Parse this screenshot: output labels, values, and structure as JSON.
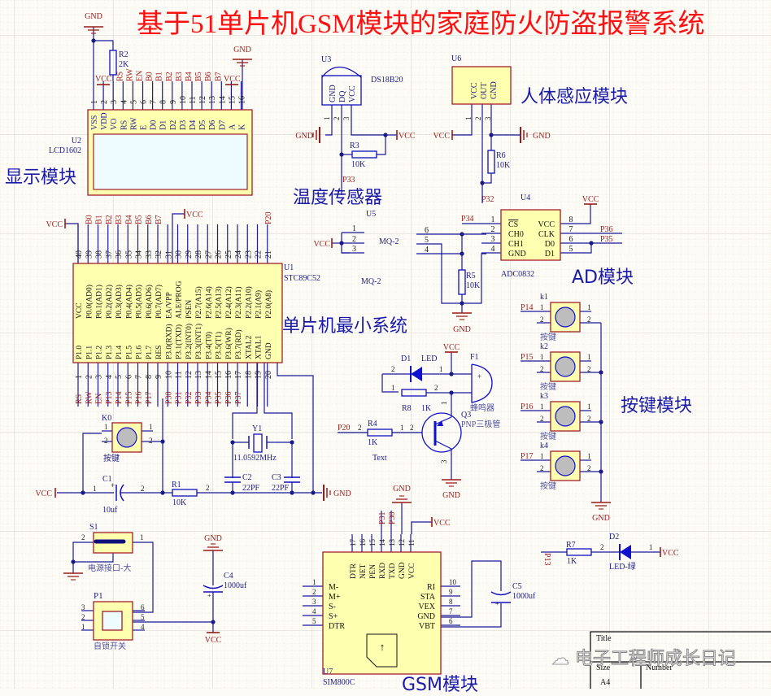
{
  "title": "基于51单片机GSM模块的家庭防火防盗报警系统",
  "modules": {
    "display": "显示模块",
    "temperature": "温度传感器",
    "human_sensor": "人体感应模块",
    "ad": "AD模块",
    "mcu": "单片机最小系统",
    "keys": "按键模块",
    "gsm": "GSM模块"
  },
  "nets": {
    "gnd": "GND",
    "vcc": "VCC"
  },
  "lcd": {
    "designator": "U2",
    "part": "LCD1602",
    "pin_names": [
      "VSS",
      "VDD",
      "VO",
      "RS",
      "RW",
      "E",
      "D0",
      "D1",
      "D2",
      "D3",
      "D4",
      "D5",
      "D6",
      "D7",
      "A",
      "K"
    ],
    "pin_numbers": [
      "1",
      "2",
      "3",
      "4",
      "5",
      "6",
      "7",
      "8",
      "9",
      "10",
      "11",
      "12",
      "13",
      "14",
      "15",
      "16"
    ],
    "net_labels": [
      "",
      "VCC",
      "",
      "RS",
      "RW",
      "EN",
      "B0",
      "B1",
      "B2",
      "B3",
      "B4",
      "B5",
      "B6",
      "B7",
      "VCC",
      ""
    ],
    "r2": {
      "designator": "R2",
      "value": "2K"
    }
  },
  "ds18b20": {
    "designator": "U3",
    "part": "DS18B20",
    "pins": [
      "GND",
      "DQ",
      "VCC"
    ],
    "pin_numbers": [
      "1",
      "2",
      "3"
    ],
    "r3": {
      "designator": "R3",
      "value": "10K"
    },
    "net": "P33"
  },
  "pir": {
    "designator": "U6",
    "pins": [
      "VCC",
      "OUT",
      "GND"
    ],
    "pin_numbers": [
      "1",
      "2",
      "3"
    ],
    "r6": {
      "designator": "R6",
      "value": "10K"
    },
    "net": "P32"
  },
  "mq2": {
    "designator": "U5",
    "part": "MQ-2",
    "part2": "MQ-2",
    "left_pins": [
      "1",
      "2",
      "3"
    ],
    "right_pins": [
      "6",
      "5",
      "4"
    ],
    "r5": {
      "designator": "R5",
      "value": "10K"
    }
  },
  "adc": {
    "designator": "U4",
    "part": "ADC0832",
    "left_pins": [
      {
        "num": "1",
        "name": "CS"
      },
      {
        "num": "2",
        "name": "CH0"
      },
      {
        "num": "3",
        "name": "CH1"
      },
      {
        "num": "4",
        "name": "GND"
      }
    ],
    "right_pins": [
      {
        "num": "8",
        "name": "VCC"
      },
      {
        "num": "7",
        "name": "CLK"
      },
      {
        "num": "6",
        "name": "D0"
      },
      {
        "num": "5",
        "name": "D1"
      }
    ],
    "nets": {
      "cs": "P34",
      "clk": "P36",
      "dout": "P35"
    }
  },
  "mcu": {
    "designator": "U1",
    "part": "STC89C52",
    "top_pin_numbers": [
      "40",
      "39",
      "38",
      "37",
      "36",
      "35",
      "34",
      "33",
      "32",
      "31",
      "30",
      "29",
      "28",
      "27",
      "26",
      "25",
      "24",
      "23",
      "22",
      "21"
    ],
    "top_pin_names": [
      "VCC",
      "P0.0(AD0)",
      "P0.1(AD1)",
      "P0.2(AD2)",
      "P0.3(AD3)",
      "P0.4(AD4)",
      "P0.5(AD5)",
      "P0.6(AD6)",
      "P0.7(AD7)",
      "EA/VPP",
      "ALE/PROG",
      "PSEN",
      "P2.7(A15)",
      "P2.6(A14)",
      "P2.5(A13)",
      "P2.4(A12)",
      "P2.3(A11)",
      "P2.2(A10)",
      "P2.1(A9)",
      "P2.0(A8)"
    ],
    "top_net_labels": [
      "",
      "B0",
      "B1",
      "B2",
      "B3",
      "B4",
      "B5",
      "B6",
      "B7",
      "",
      "",
      "",
      "",
      "",
      "",
      "",
      "",
      "",
      "",
      "P20"
    ],
    "bottom_pin_numbers": [
      "1",
      "2",
      "3",
      "4",
      "5",
      "6",
      "7",
      "8",
      "9",
      "10",
      "11",
      "12",
      "13",
      "14",
      "15",
      "16",
      "17",
      "18",
      "19",
      "20"
    ],
    "bottom_pin_names": [
      "P1.0",
      "P1.1",
      "P1.2",
      "P1.3",
      "P1.4",
      "P1.5",
      "P1.6",
      "P1.7",
      "RES",
      "P3.0(RXD)",
      "P3.1(TXD)",
      "P3.2(INT0)",
      "P3.3(INT1)",
      "P3.4(T0)",
      "P3.5(T1)",
      "P3.6(WR)",
      "P3.7(RD)",
      "XTAL2",
      "XTAL1",
      "GND"
    ],
    "bottom_net_labels": [
      "RS",
      "RW",
      "EN",
      "P13",
      "P14",
      "P15",
      "P16",
      "P17",
      "",
      "P30",
      "P31",
      "P32",
      "P33",
      "P34",
      "P35",
      "P36",
      "P37",
      "",
      "",
      ""
    ]
  },
  "reset": {
    "key": {
      "designator": "K0",
      "label": "按键"
    },
    "c1": {
      "designator": "C1",
      "value": "10uf"
    },
    "r1": {
      "designator": "R1",
      "value": "10K"
    }
  },
  "crystal": {
    "y1": {
      "designator": "Y1",
      "value": "11.0592MHz"
    },
    "c2": {
      "designator": "C2",
      "value": "22PF"
    },
    "c3": {
      "designator": "C3",
      "value": "22PF"
    }
  },
  "alarm": {
    "d1": {
      "designator": "D1",
      "value": "LED"
    },
    "f1": {
      "designator": "F1",
      "label": "蜂鸣器"
    },
    "r8": {
      "designator": "R8",
      "value": "1K"
    },
    "r4": {
      "designator": "R4",
      "value": "1K",
      "note": "Text"
    },
    "q3": {
      "designator": "Q3",
      "label": "PNP三极管"
    },
    "net": "P20"
  },
  "keys": [
    {
      "designator": "k1",
      "net": "P14",
      "label": "按键"
    },
    {
      "designator": "k2",
      "net": "P15",
      "label": "按键"
    },
    {
      "designator": "k3",
      "net": "P16",
      "label": "按键"
    },
    {
      "designator": "k4",
      "net": "P17",
      "label": "按键"
    }
  ],
  "power": {
    "s1": {
      "designator": "S1",
      "label": "电源接口-大"
    },
    "p1": {
      "designator": "P1",
      "label": "自锁开关",
      "left_pins": [
        "3",
        "2",
        "1"
      ],
      "right_pins": [
        "6",
        "5",
        "4"
      ]
    },
    "c4": {
      "designator": "C4",
      "value": "1000uf"
    }
  },
  "indicator": {
    "r7": {
      "designator": "R7",
      "value": "1K"
    },
    "d2": {
      "designator": "D2",
      "value": "LED-绿"
    },
    "net": "P13"
  },
  "gsm": {
    "designator": "U7",
    "part": "SIM800C",
    "top_pin_numbers": [
      "17",
      "16",
      "15",
      "14",
      "13",
      "12",
      "11"
    ],
    "top_pin_names": [
      "DTR",
      "NET",
      "PEN",
      "RXD",
      "TXD",
      "GND",
      "VCC"
    ],
    "top_nets": [
      "",
      "",
      "",
      "P31",
      "P30",
      "",
      ""
    ],
    "left_pins": [
      {
        "num": "1",
        "name": "M-"
      },
      {
        "num": "2",
        "name": "M+"
      },
      {
        "num": "3",
        "name": "S-"
      },
      {
        "num": "4",
        "name": "S+"
      },
      {
        "num": "5",
        "name": "DTR"
      }
    ],
    "right_pins": [
      {
        "num": "10",
        "name": "RI"
      },
      {
        "num": "9",
        "name": "STA"
      },
      {
        "num": "8",
        "name": "VEX"
      },
      {
        "num": "7",
        "name": "GND"
      },
      {
        "num": "6",
        "name": "VBT"
      }
    ],
    "c5": {
      "designator": "C5",
      "value": "1000uf"
    }
  },
  "title_block": {
    "title_label": "Title",
    "size_label": "Size",
    "size_value": "A4",
    "number_label": "Number"
  },
  "watermark": "电子工程师成长日记"
}
